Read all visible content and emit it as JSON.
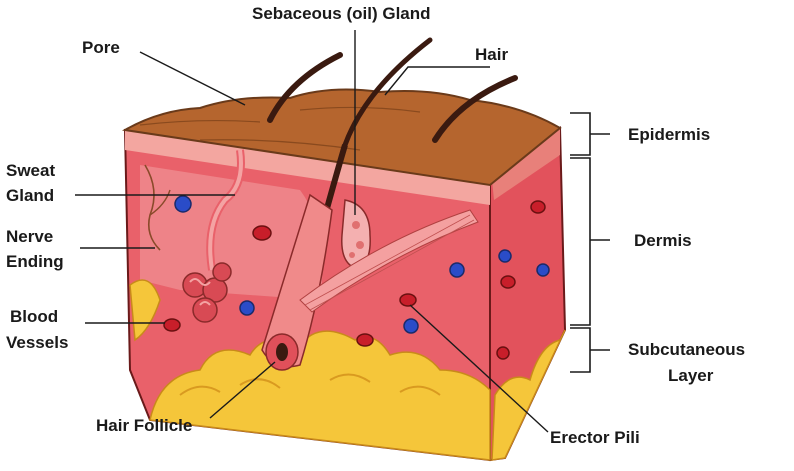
{
  "labels": {
    "pore": "Pore",
    "sebaceous": "Sebaceous (oil) Gland",
    "hair": "Hair",
    "sweat_line1": "Sweat",
    "sweat_line2": "Gland",
    "nerve_line1": "Nerve",
    "nerve_line2": "Ending",
    "blood_line1": "Blood",
    "blood_line2": "Vessels",
    "hair_follicle": "Hair Follicle",
    "erector_pili": "Erector Pili",
    "epidermis": "Epidermis",
    "dermis": "Dermis",
    "subcutaneous_line1": "Subcutaneous",
    "subcutaneous_line2": "Layer"
  },
  "colors": {
    "epidermis_top": "#b5652e",
    "epidermis_band": "#e8807a",
    "dermis": "#e9616a",
    "dermis_light": "#f4a3a3",
    "fat": "#f5c63a",
    "fat_dark": "#e0a62a",
    "hair": "#3a1a10",
    "vessel_red": "#c81e2a",
    "vessel_blue": "#2a4cc8"
  }
}
